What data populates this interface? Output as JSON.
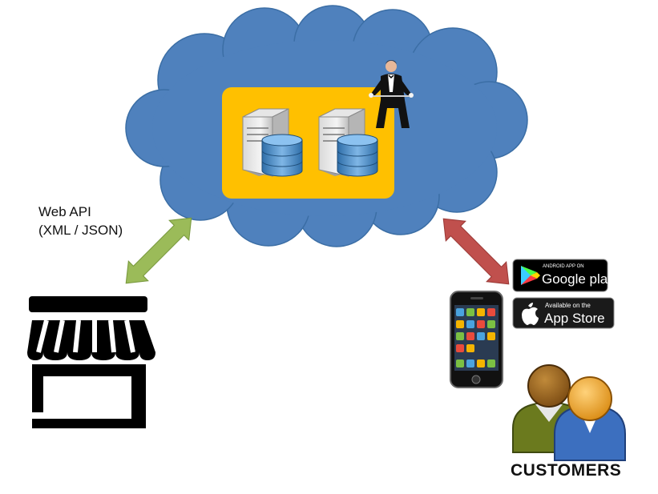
{
  "labels": {
    "web_api_line1": "Web API",
    "web_api_line2": "(XML / JSON)",
    "customers": "CUSTOMERS"
  },
  "badges": {
    "google_play": {
      "small": "ANDROID APP ON",
      "large": "Google play"
    },
    "app_store": {
      "small": "Available on the",
      "large": "App Store"
    }
  },
  "colors": {
    "cloud": "#4f81bd",
    "server_box": "#ffc000",
    "api_arrow": "#9bbb59",
    "customer_arrow": "#c0504d",
    "store_icon": "#000000"
  },
  "icons": [
    "cloud-icon",
    "server-icon",
    "database-icon",
    "butler-icon",
    "store-icon",
    "smartphone-icon",
    "google-play-badge",
    "app-store-badge",
    "customers-icon"
  ]
}
